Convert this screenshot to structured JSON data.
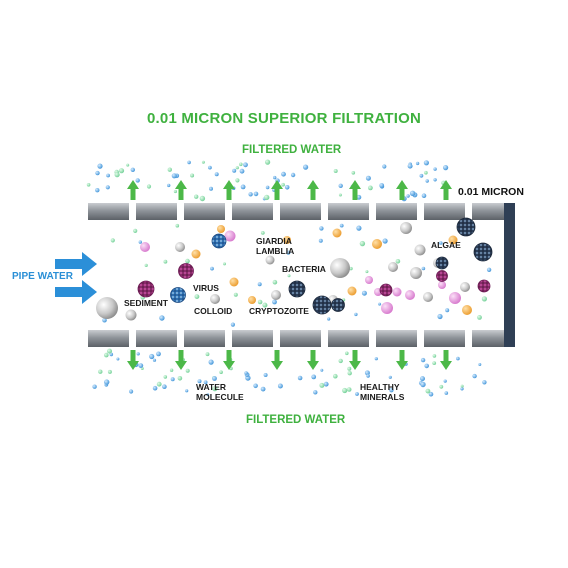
{
  "title": "0.01 MICRON SUPERIOR FILTRATION",
  "filtered_water_top": "FILTERED WATER",
  "filtered_water_bottom": "FILTERED WATER",
  "micron_label": "0.01 MICRON",
  "pipe_water_label": "PIPE WATER",
  "labels": {
    "sediment": "SEDIMENT",
    "virus": "VIRUS",
    "colloid": "COLLOID",
    "giardia_line1": "GIARDIA",
    "giardia_line2": "LAMBLIA",
    "bacteria": "BACTERIA",
    "cryptozoite": "CRYPTOZOITE",
    "algae": "ALGAE",
    "water_line1": "WATER",
    "water_line2": "MOLECULE",
    "minerals_line1": "HEALTHY",
    "minerals_line2": "MINERALS"
  },
  "colors": {
    "title_green": "#3fb13f",
    "arrow_green": "#4cb848",
    "arrow_blue": "#2b8fd8",
    "membrane_grey": "#8f949a",
    "end_cap": "#2f3f55",
    "water_dot": "#5aa7e0",
    "mineral_dot": "#7fd4a0",
    "virus_orange": "#f0a640",
    "colloid_pink": "#e08ad8",
    "grey_ball": "#b8b8b8"
  }
}
